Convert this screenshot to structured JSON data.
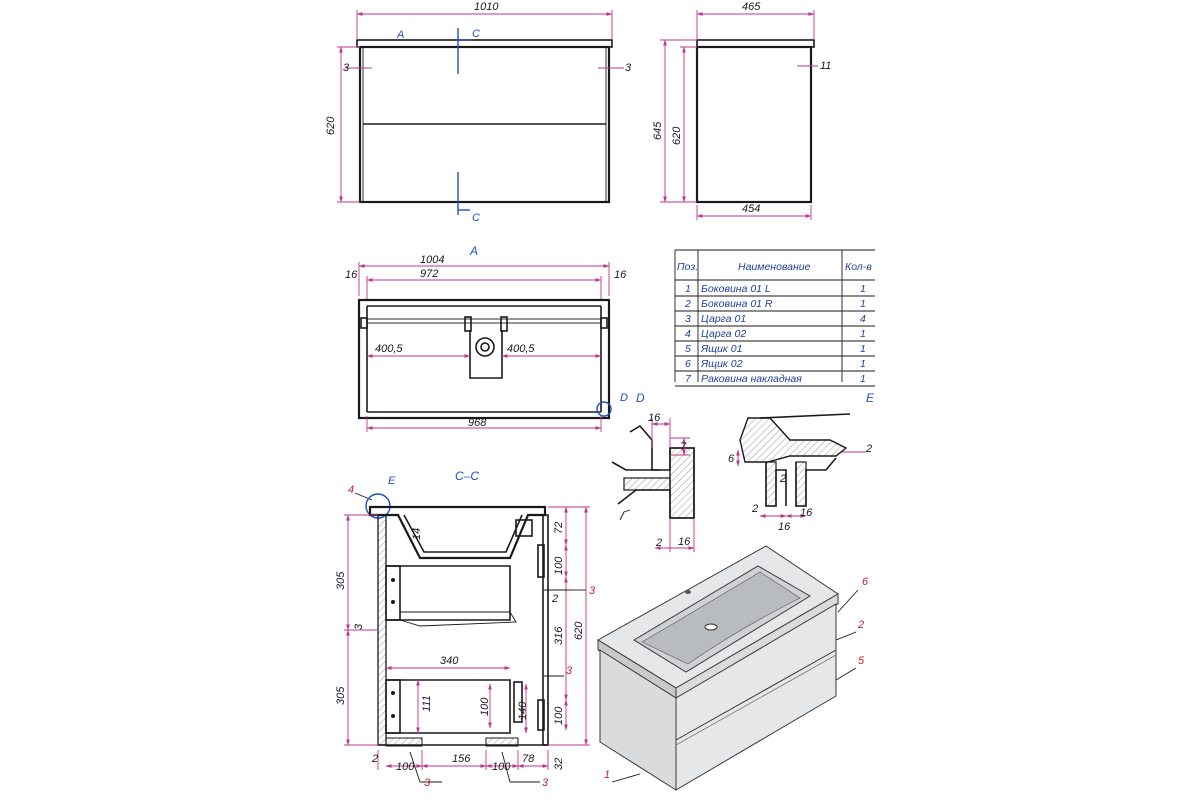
{
  "front_view": {
    "width": "1010",
    "height": "620",
    "side_left": "3",
    "side_right": "3",
    "cut_a": "A",
    "cut_c_top": "C",
    "cut_c_bottom": "C"
  },
  "side_view": {
    "depth_top": "465",
    "depth_bottom": "454",
    "height_total": "645",
    "height_body": "620",
    "top_offset": "11"
  },
  "plan_view": {
    "title": "A",
    "outer": "1004",
    "inner": "972",
    "bottom": "968",
    "left_gap": "16",
    "right_gap": "16",
    "half_left": "400,5",
    "half_right": "400,5",
    "detail_label": "D"
  },
  "parts_table": {
    "headers": {
      "pos": "Поз.",
      "name": "Наименование",
      "qty": "Кол-в"
    },
    "rows": [
      {
        "pos": "1",
        "name": "Боковина 01 L",
        "qty": "1"
      },
      {
        "pos": "2",
        "name": "Боковина 01 R",
        "qty": "1"
      },
      {
        "pos": "3",
        "name": "Царга 01",
        "qty": "4"
      },
      {
        "pos": "4",
        "name": "Царга 02",
        "qty": "1"
      },
      {
        "pos": "5",
        "name": "Ящик 01",
        "qty": "1"
      },
      {
        "pos": "6",
        "name": "Ящик 02",
        "qty": "1"
      },
      {
        "pos": "7",
        "name": "Раковина накладная",
        "qty": "1"
      }
    ]
  },
  "detail_d": {
    "title": "D",
    "d16": "16",
    "d7": "7",
    "d2": "2",
    "d16b": "16"
  },
  "detail_e": {
    "title": "E",
    "d6": "6",
    "d2a": "2",
    "d2b": "2",
    "d2c": "2",
    "d16a": "16",
    "d16b": "16"
  },
  "section_cc": {
    "title": "C–C",
    "e_label": "E",
    "pos4": "4",
    "h305_top": "305",
    "h305_bottom": "305",
    "d3": "3",
    "d14": "14",
    "d72": "72",
    "d100_a": "100",
    "d2": "2",
    "d316": "316",
    "d620": "620",
    "d340": "340",
    "d111": "111",
    "d100_b": "100",
    "d140": "140",
    "d100_c": "100",
    "d2_bottom": "2",
    "d100_bl": "100",
    "d156": "156",
    "d100_br": "100",
    "d78": "78",
    "d32": "32",
    "pos3_a": "3",
    "pos3_b": "3",
    "pos3_c": "3",
    "pos3_d": "3"
  },
  "iso_view": {
    "pos6": "6",
    "pos2": "2",
    "pos5": "5",
    "pos1": "1"
  },
  "colors": {
    "outline": "#1a1a1a",
    "dimension": "#c0368c",
    "cut_line": "#1f4fc7",
    "callout": "#c4202a",
    "table_text": "#1f3fa0"
  }
}
